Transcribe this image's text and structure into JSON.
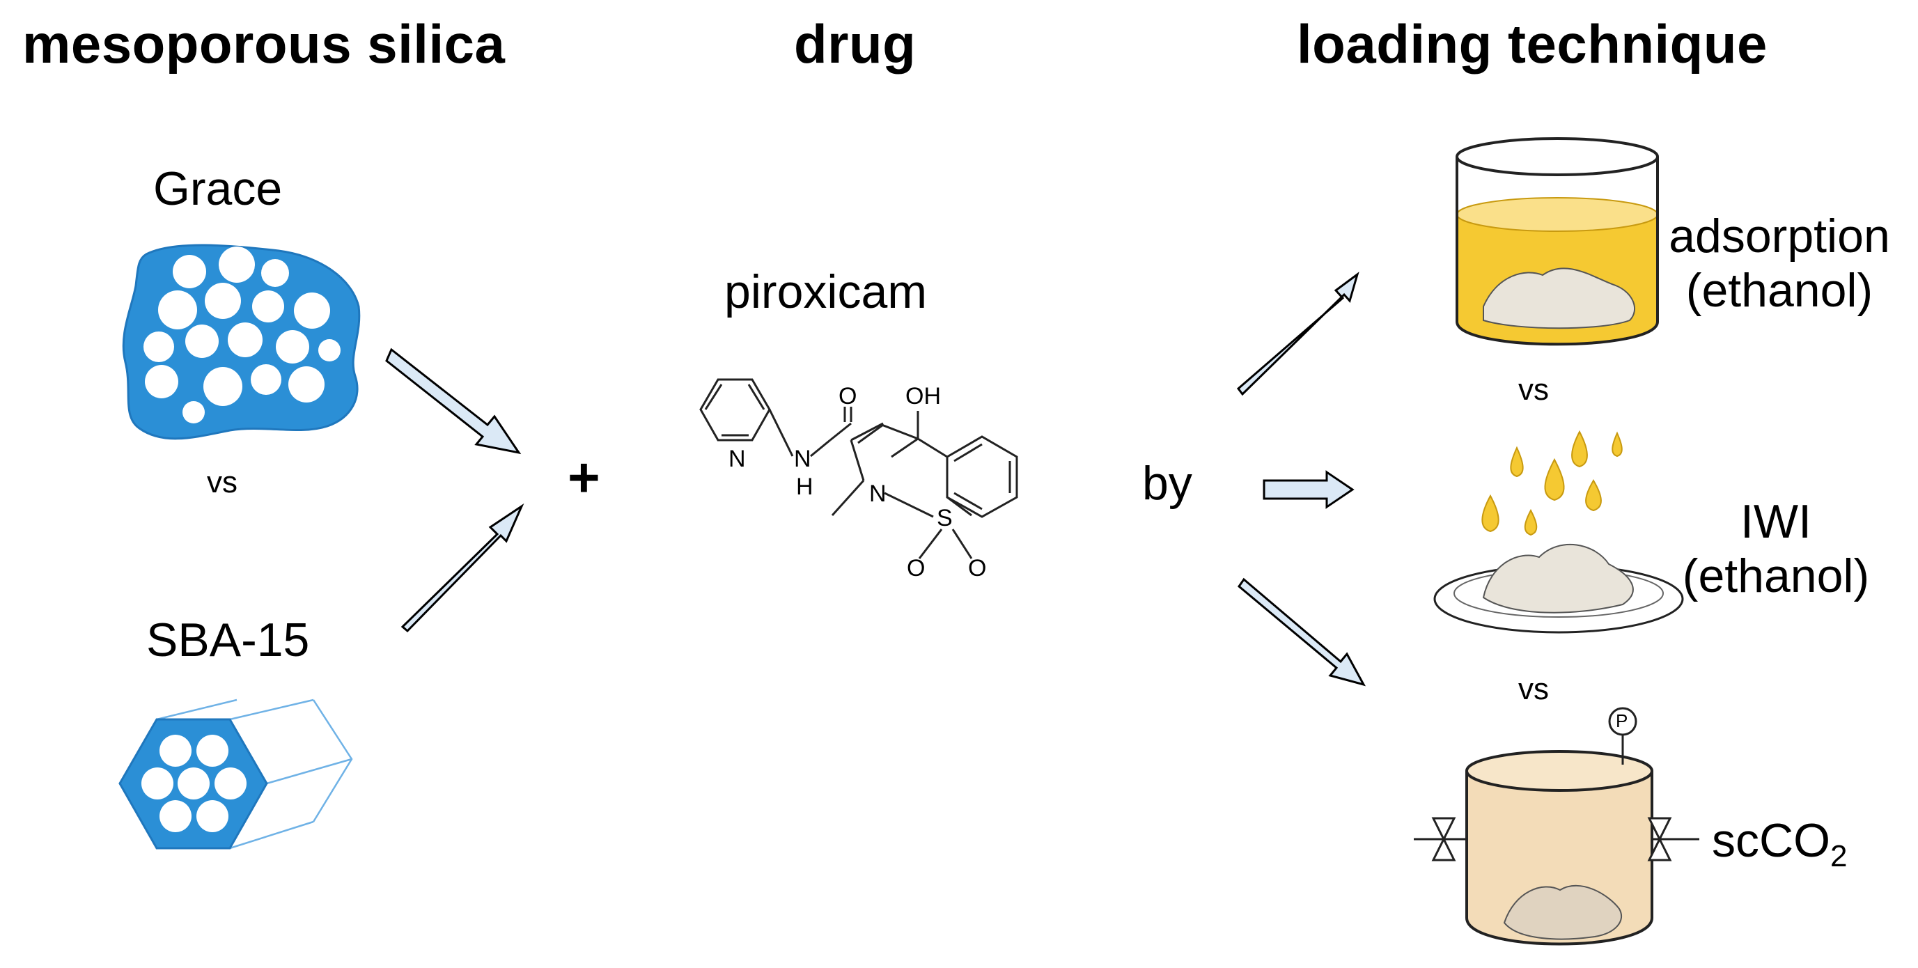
{
  "headers": {
    "silica": "mesoporous silica",
    "drug": "drug",
    "technique": "loading technique"
  },
  "silica": {
    "grace_label": "Grace",
    "vs_label": "vs",
    "sba_label": "SBA-15"
  },
  "plus_sign": "+",
  "drug": {
    "name": "piroxicam",
    "atoms": {
      "oh": "OH",
      "o": "O",
      "n_ring": "N",
      "nh_n": "N",
      "nh_h": "H",
      "n_thiazine": "N",
      "s": "S",
      "o1": "O",
      "o2": "O"
    }
  },
  "by_label": "by",
  "techniques": {
    "adsorption": {
      "line1": "adsorption",
      "line2": "(ethanol)"
    },
    "vs1": "vs",
    "iwi": {
      "line1": "IWI",
      "line2": "(ethanol)"
    },
    "vs2": "vs",
    "scco2": {
      "main": "scCO",
      "sub": "2",
      "gauge": "P"
    }
  },
  "colors": {
    "silica_blue": "#2b8fd6",
    "arrow_fill": "#dbe9f6",
    "ethanol_yellow": "#f5c932",
    "scco2_tan": "#f3dcb8"
  }
}
